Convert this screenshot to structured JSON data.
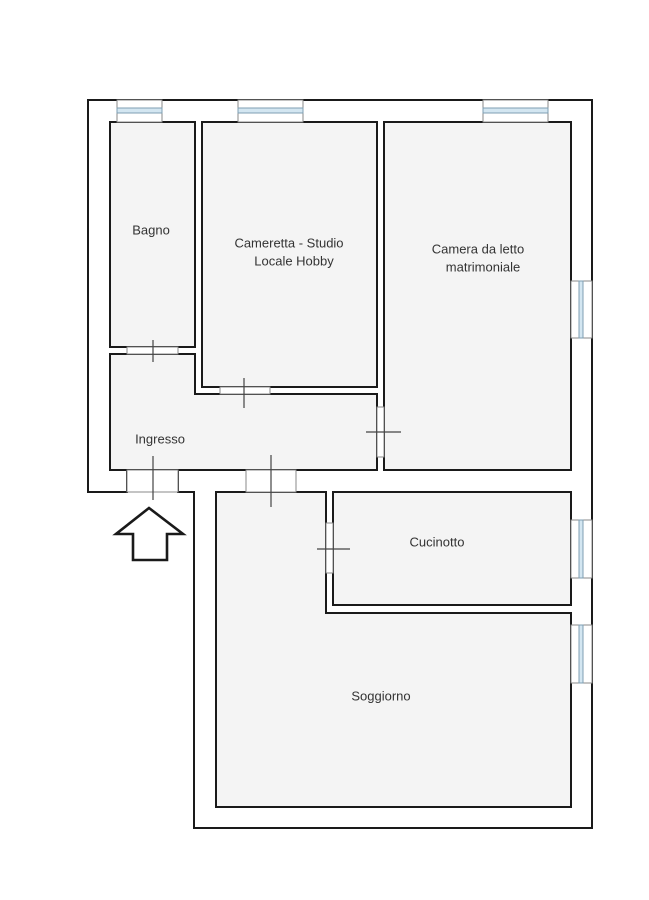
{
  "title": "Floor plan",
  "rooms": {
    "bagno": {
      "label": "Bagno"
    },
    "cameretta": {
      "label_line1": "Cameretta - Studio",
      "label_line2": "Locale Hobby"
    },
    "camera": {
      "label_line1": "Camera da letto",
      "label_line2": "matrimoniale"
    },
    "ingresso": {
      "label": "Ingresso"
    },
    "cucinotto": {
      "label": "Cucinotto"
    },
    "soggiorno": {
      "label": "Soggiorno"
    }
  },
  "entrance": {
    "icon": "entrance-arrow-icon",
    "direction": "up"
  },
  "colors": {
    "wall_line": "#1a1a1a",
    "room_fill": "#f4f4f4",
    "window_glass": "#d3e6f1",
    "window_line": "#7f9fb3",
    "label_text": "#333333"
  }
}
